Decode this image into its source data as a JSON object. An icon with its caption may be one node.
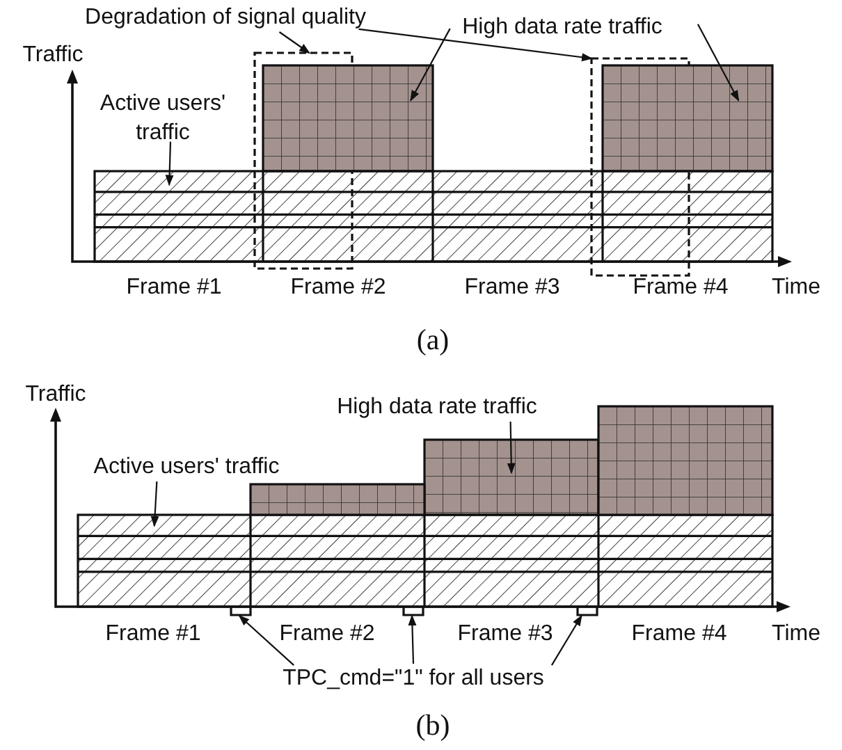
{
  "diagram": {
    "nodes": [
      {
        "text": [
          "Degradation of signal quality"
        ]
      },
      {
        "text": [
          "High data rate traffic"
        ]
      },
      {
        "text": [
          "Active users' traffic"
        ]
      },
      {
        "text": [],
        "shape": "box"
      },
      {
        "text": [],
        "shape": "box"
      },
      {
        "text": [],
        "shape": "bar"
      },
      {
        "text": [],
        "shape": "bar"
      },
      {
        "text": [],
        "shape": "stack"
      },
      {
        "text": [
          "High data rate traffic"
        ]
      },
      {
        "text": [
          "Active users' traffic"
        ]
      },
      {
        "text": [
          "TPC_cmd=\"1\" for all users"
        ]
      },
      {
        "text": [],
        "shape": "bar"
      },
      {
        "text": [],
        "shape": "stack"
      },
      {
        "text": [],
        "shape": "bracket"
      },
      {
        "text": [],
        "shape": "bracket"
      },
      {
        "text": [],
        "shape": "bracket"
      },
      {
        "text": [],
        "shape": "bar"
      },
      {
        "text": [],
        "shape": "bar"
      }
    ],
    "edges": [
      {
        "from": 0,
        "to": 3,
        "arrow": "to"
      },
      {
        "from": 0,
        "to": 4,
        "arrow": "to"
      },
      {
        "from": 1,
        "to": 5,
        "arrow": "to"
      },
      {
        "from": 1,
        "to": 6,
        "arrow": "to"
      },
      {
        "from": 2,
        "to": 7,
        "arrow": "to"
      },
      {
        "from": 8,
        "to": 11,
        "arrow": "to"
      },
      {
        "from": 9,
        "to": 12,
        "arrow": "to"
      },
      {
        "from": 10,
        "to": 13,
        "arrow": "to"
      },
      {
        "from": 10,
        "to": 14,
        "arrow": "to"
      },
      {
        "from": 10,
        "to": 15,
        "arrow": "to"
      }
    ],
    "labels": [
      "Traffic",
      "Frame #1",
      "Frame #2",
      "Frame #3",
      "Frame #4",
      "Time",
      "(a)",
      "Traffic",
      "Frame #1",
      "Frame #2",
      "Frame #3",
      "Frame #4",
      "Time",
      "(b)"
    ]
  }
}
